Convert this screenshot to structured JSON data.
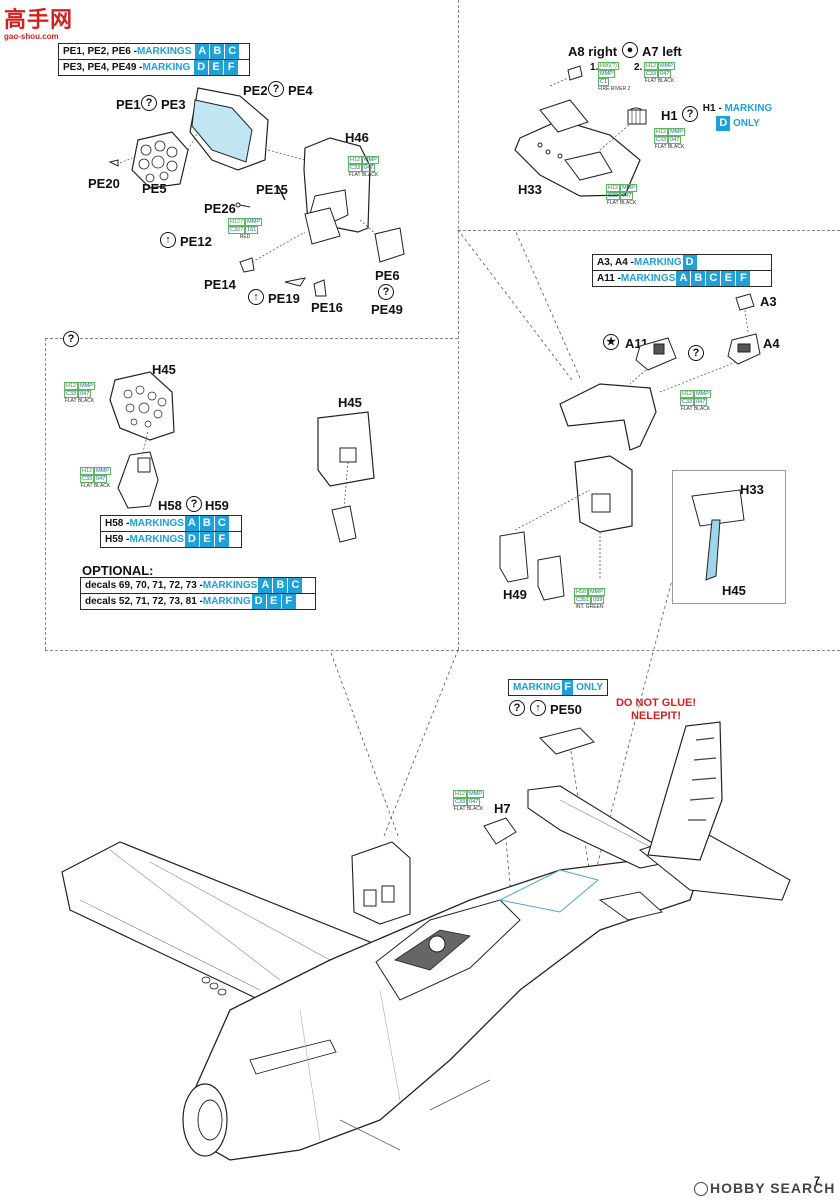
{
  "watermark": {
    "cn_text": "高手网",
    "url_text": "gao-shou.com"
  },
  "page_number": "7",
  "footer_watermark": "HOBBY SEARCH",
  "colors": {
    "accent": "#1ea0d8",
    "warning": "#d81e1e",
    "paint_green": "#3a8e3a"
  },
  "panel1": {
    "header_row1_prefix": "PE1, PE2, PE6 - ",
    "header_row1_word": "MARKINGS",
    "header_row1_marks": [
      "A",
      "B",
      "C"
    ],
    "header_row2_prefix": "PE3, PE4, PE49 - ",
    "header_row2_word": "MARKING",
    "header_row2_marks": [
      "D",
      "E",
      "F"
    ],
    "labels": {
      "pe1": "PE1",
      "pe3": "PE3",
      "pe2": "PE2",
      "pe4": "PE4",
      "h46": "H46",
      "pe20": "PE20",
      "pe5": "PE5",
      "pe15": "PE15",
      "pe26": "PE26",
      "pe12": "PE12",
      "pe14": "PE14",
      "pe19": "PE19",
      "pe16": "PE16",
      "pe6": "PE6",
      "pe49": "PE49"
    },
    "paint1": {
      "c1": "H12",
      "c2": "MMP",
      "c3": "C33",
      "c4": "047",
      "name": "FLAT BLACK"
    },
    "paint2": {
      "c1": "H127",
      "c2": "MMP",
      "c3": "C327",
      "c4": "161",
      "name": "RED"
    }
  },
  "panel2": {
    "labels": {
      "a8": "A8 right",
      "a7": "A7 left",
      "h1": "H1",
      "h33": "H33"
    },
    "step1": "1.",
    "step2": "2.",
    "paint_step1": {
      "c1": "H90(?)",
      "c2": "MMP",
      "c3": "C1",
      "name": "FIRE RIVER 2"
    },
    "paint_step2": {
      "c1": "H12",
      "c2": "MMP",
      "c3": "C33",
      "c4": "047",
      "name": "FLAT BLACK"
    },
    "paint_h1": {
      "c1": "H12",
      "c2": "MMP",
      "c3": "C33",
      "c4": "047",
      "name": "FLAT BLACK"
    },
    "paint_h33": {
      "c1": "H12",
      "c2": "MMP",
      "c3": "C33",
      "c4": "047",
      "name": "FLAT BLACK"
    },
    "h1_note_prefix": "H1 - ",
    "h1_note_word": "MARKING",
    "h1_note_mark": "D",
    "h1_note_suffix": "ONLY"
  },
  "panel3": {
    "labels": {
      "h45": "H45",
      "h45b": "H45",
      "h58": "H58",
      "h59": "H59"
    },
    "paint_a": {
      "c1": "H12",
      "c2": "MMP",
      "c3": "C33",
      "c4": "047",
      "name": "FLAT BLACK"
    },
    "paint_b": {
      "c1": "H12",
      "c2": "MMP",
      "c3": "C33",
      "c4": "047",
      "name": "FLAT BLACK"
    },
    "row_h58_prefix": "H58 - ",
    "row_h58_word": "MARKINGS",
    "row_h58_marks": [
      "A",
      "B",
      "C"
    ],
    "row_h59_prefix": "H59 - ",
    "row_h59_word": "MARKINGS",
    "row_h59_marks": [
      "D",
      "E",
      "F"
    ],
    "optional_title": "OPTIONAL:",
    "opt_row1_prefix": "decals 69, 70, 71, 72, 73 - ",
    "opt_row1_word": "MARKINGS",
    "opt_row1_marks": [
      "A",
      "B",
      "C"
    ],
    "opt_row2_prefix": "decals 52, 71, 72, 73, 81 - ",
    "opt_row2_word": "MARKING",
    "opt_row2_marks": [
      "D",
      "E",
      "F"
    ]
  },
  "panel4": {
    "row1_prefix": "A3, A4 - ",
    "row1_word": "MARKING",
    "row1_mark": "D",
    "row2_prefix": "A11 - ",
    "row2_word": "MARKINGS",
    "row2_marks": [
      "A",
      "B",
      "C",
      "E",
      "F"
    ],
    "labels": {
      "a3": "A3",
      "a4": "A4",
      "a11": "A11",
      "h49": "H49",
      "h33": "H33",
      "h45": "H45"
    },
    "paint_seat": {
      "c1": "H12",
      "c2": "MMP",
      "c3": "C33",
      "c4": "047",
      "name": "FLAT BLACK"
    },
    "paint_h49": {
      "c1": "H58",
      "c2": "MMP",
      "c3": "C351",
      "c4": "059",
      "name": "INT. GREEN"
    }
  },
  "bottom": {
    "note_word": "MARKING",
    "note_mark": "F",
    "note_suffix": "ONLY",
    "pe50": "PE50",
    "warning_line1": "DO NOT GLUE!",
    "warning_line2": "NELEPIT!",
    "h7": "H7",
    "paint_h7": {
      "c1": "H12",
      "c2": "MMP",
      "c3": "C33",
      "c4": "047",
      "name": "FLAT BLACK"
    }
  }
}
